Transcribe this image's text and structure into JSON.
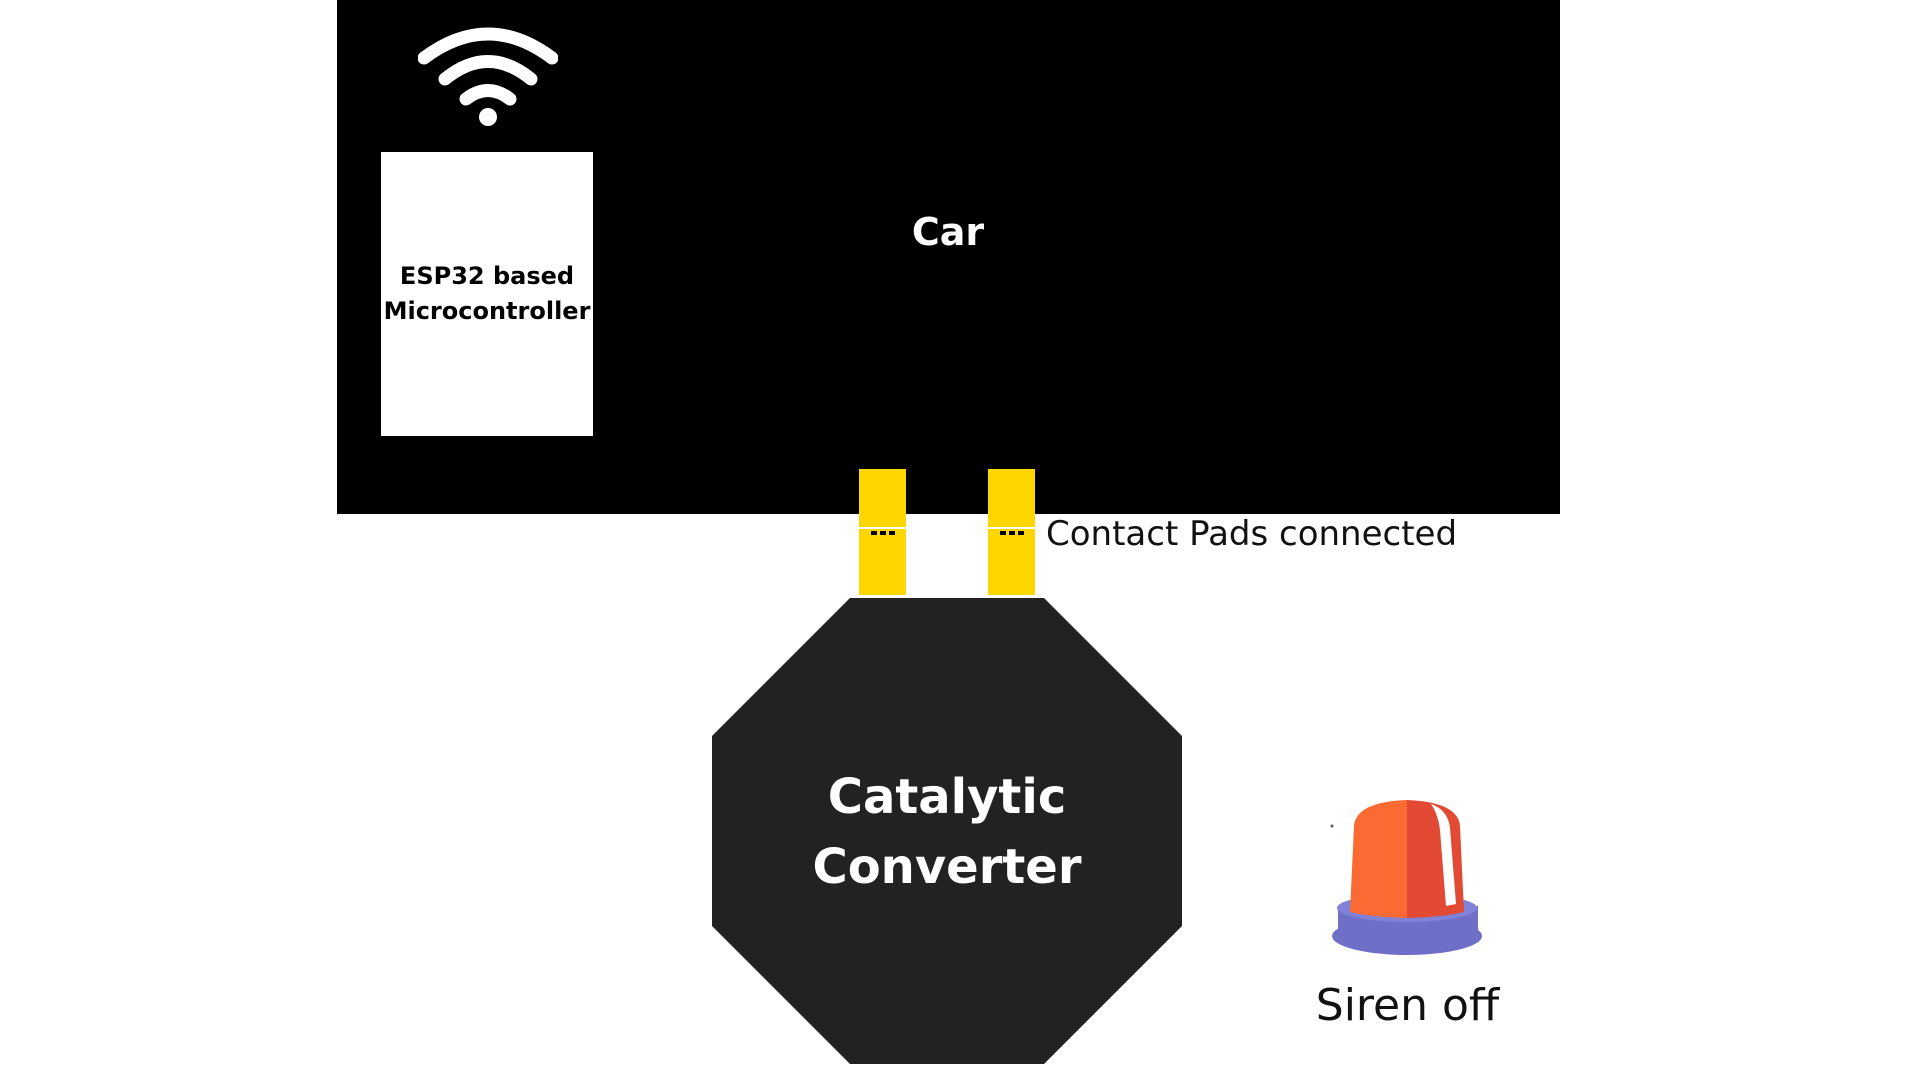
{
  "car": {
    "label": "Car"
  },
  "microcontroller": {
    "label": "ESP32 based\nMicrocontroller"
  },
  "contact_pads": {
    "label": "Contact Pads connected"
  },
  "converter": {
    "label": "Catalytic\nConverter"
  },
  "siren": {
    "label": "Siren off"
  },
  "icons": {
    "wifi": "wifi-icon",
    "siren": "siren-icon"
  },
  "colors": {
    "car": "#000000",
    "pads": "#ffd600",
    "converter": "#222222",
    "siren_dome": "#fb6a33",
    "siren_dome_shade": "#e24a33",
    "siren_base": "#6e70c8"
  }
}
